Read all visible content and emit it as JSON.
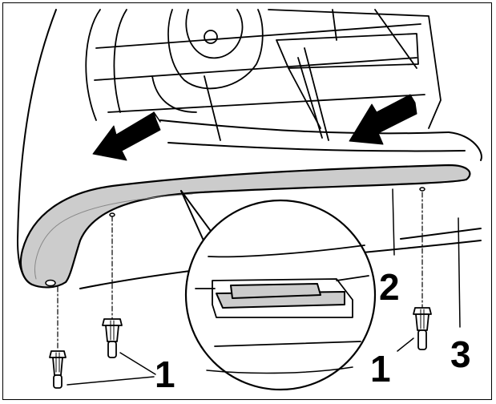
{
  "callouts": {
    "clips_left": "1",
    "clips_right": "1",
    "trim_strip": "2",
    "bumper": "3"
  },
  "colors": {
    "line": "#000000",
    "trim_fill": "#cccccc",
    "background": "#ffffff"
  },
  "icons": [
    "arrow-left-down",
    "push-clip",
    "detail-magnifier"
  ]
}
